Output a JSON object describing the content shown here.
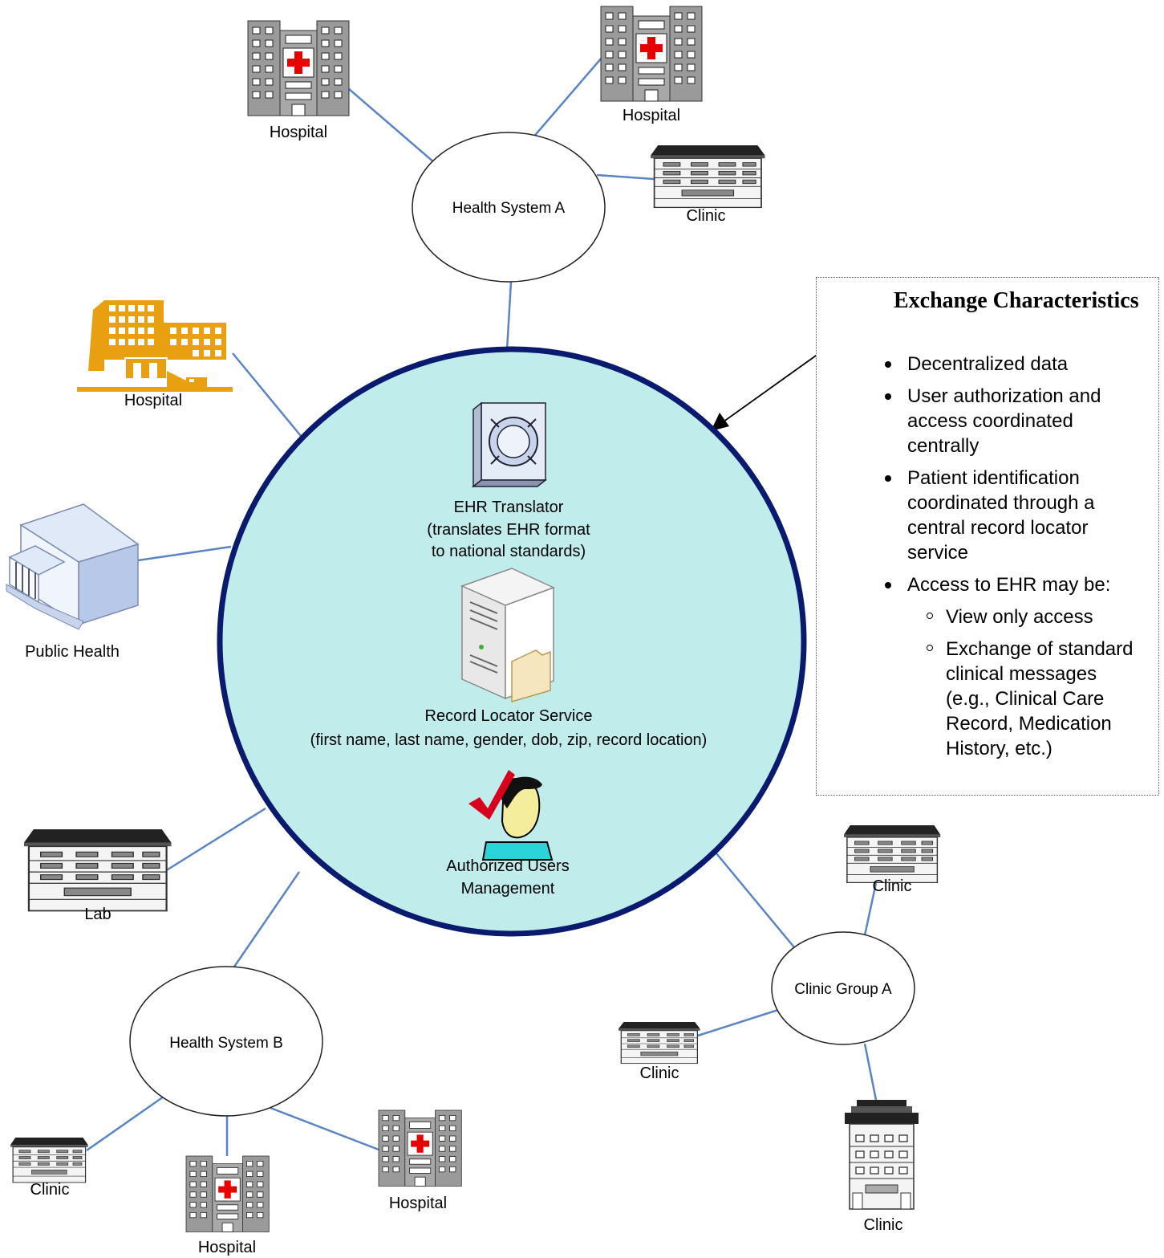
{
  "hub": {
    "ehr_translator": [
      "EHR Translator",
      "(translates EHR format",
      "to national standards)"
    ],
    "record_locator": [
      "Record Locator Service",
      "(first name, last name, gender, dob, zip, record location)"
    ],
    "authorized_users": [
      "Authorized Users",
      "Management"
    ]
  },
  "nodes": {
    "health_system_a": "Health System A",
    "health_system_b": "Health System B",
    "clinic_group_a": "Clinic Group A"
  },
  "facilities": {
    "hospital_a1": "Hospital",
    "hospital_a2": "Hospital",
    "clinic_a": "Clinic",
    "hospital_orange": "Hospital",
    "public_health": "Public Health",
    "lab": "Lab",
    "clinic_b": "Clinic",
    "hospital_b1": "Hospital",
    "hospital_b2": "Hospital",
    "clinic_cg1": "Clinic",
    "clinic_cg2": "Clinic",
    "clinic_cg3": "Clinic"
  },
  "characteristics": {
    "title": "Exchange Characteristics",
    "bullets": [
      "Decentralized data",
      "User authorization and access coordinated centrally",
      "Patient identification coordinated through a central record locator service",
      "Access to EHR may be:"
    ],
    "sub_bullets": [
      "View only access",
      "Exchange of standard clinical messages (e.g., Clinical Care Record, Medication History, etc.)"
    ]
  },
  "colors": {
    "hub_fill": "#c0ecec",
    "hub_stroke": "#0a1a6e",
    "connector": "#5b84c4",
    "hospital_gray": "#9a9a9a",
    "hospital_cross": "#e80000",
    "orange_building": "#e8a010"
  }
}
